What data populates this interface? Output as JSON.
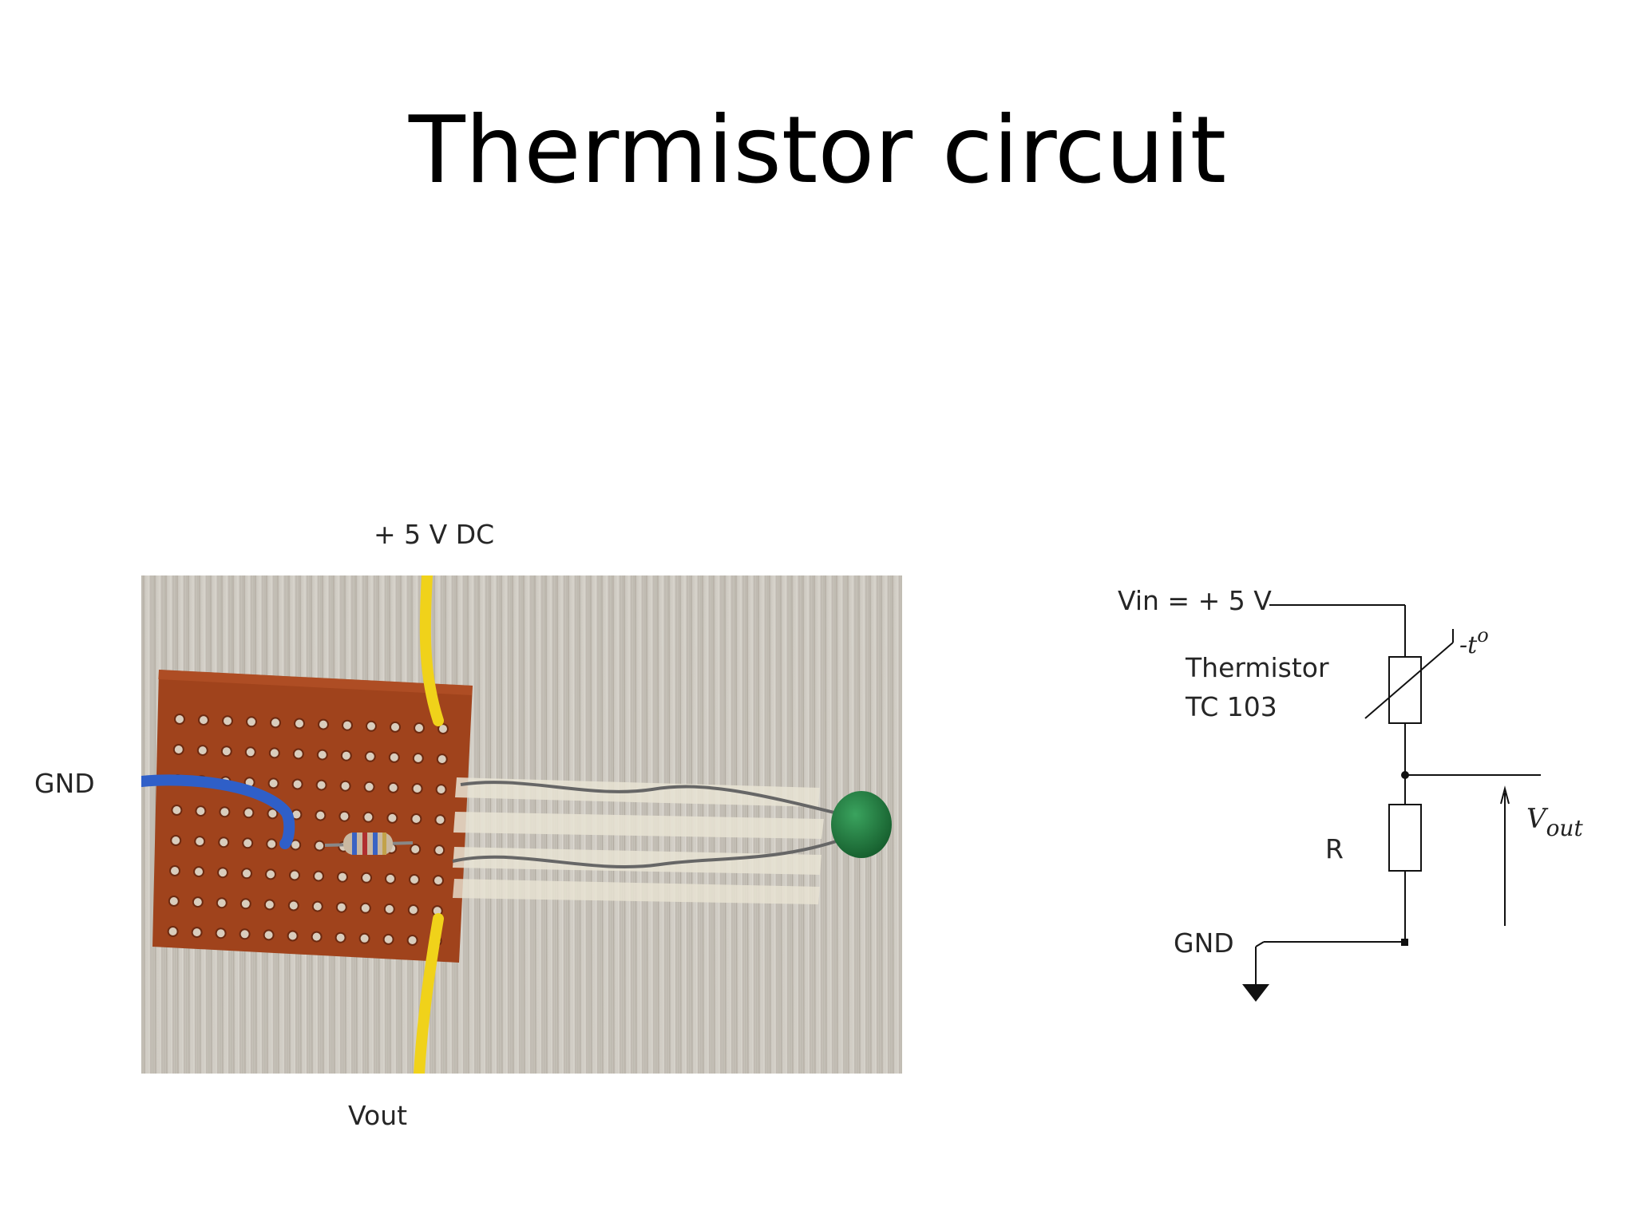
{
  "slide": {
    "title": "Thermistor circuit"
  },
  "photo": {
    "label_top": "+ 5 V DC",
    "label_left": "GND",
    "label_bottom": "Vout"
  },
  "schematic": {
    "vin_label": "Vin = + 5 V",
    "thermistor_label_line1": "Thermistor",
    "thermistor_label_line2": "TC 103",
    "temp_symbol": "-t",
    "temp_symbol_sup": "o",
    "resistor_label": "R",
    "gnd_label": "GND",
    "vout_label": "V",
    "vout_sub": "out"
  },
  "colors": {
    "wood": "#c9c4bb",
    "perfboard": "#a0431c",
    "wire_yellow": "#f0d21a",
    "wire_blue": "#2f5fc8",
    "thermistor_bead": "#1e7a3e",
    "ribbon": "#e6e0cf"
  }
}
